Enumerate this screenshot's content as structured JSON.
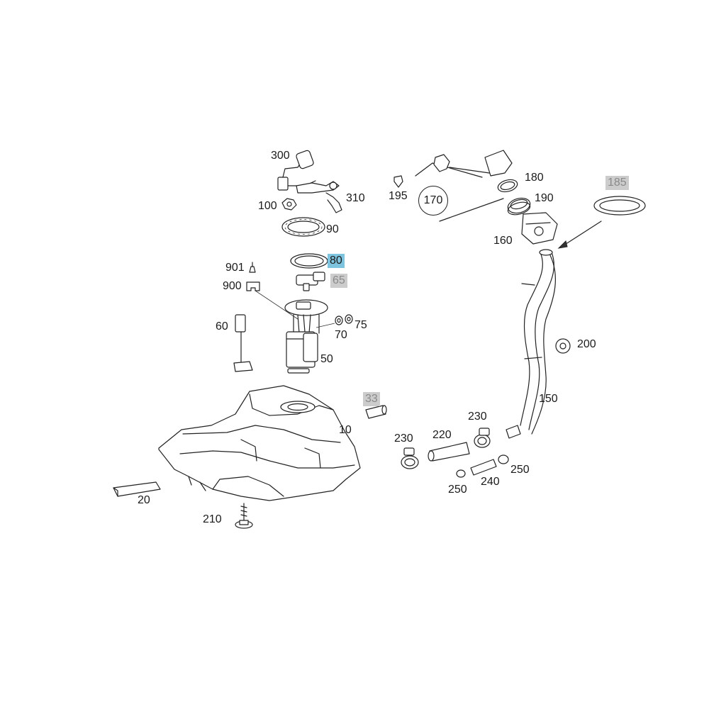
{
  "callouts": {
    "c300": "300",
    "c310": "310",
    "c100": "100",
    "c90": "90",
    "c80": "80",
    "c65": "65",
    "c901": "901",
    "c900": "900",
    "c60": "60",
    "c75": "75",
    "c70": "70",
    "c50": "50",
    "c10": "10",
    "c33": "33",
    "c20": "20",
    "c210": "210",
    "c195": "195",
    "c170": "170",
    "c180": "180",
    "c190": "190",
    "c160": "160",
    "c185": "185",
    "c200": "200",
    "c150": "150",
    "c230a": "230",
    "c230b": "230",
    "c220": "220",
    "c250a": "250",
    "c250b": "250",
    "c240": "240"
  },
  "colors": {
    "highlight": "#7fc4de",
    "inactive": "#cccccc",
    "line": "#222222"
  }
}
